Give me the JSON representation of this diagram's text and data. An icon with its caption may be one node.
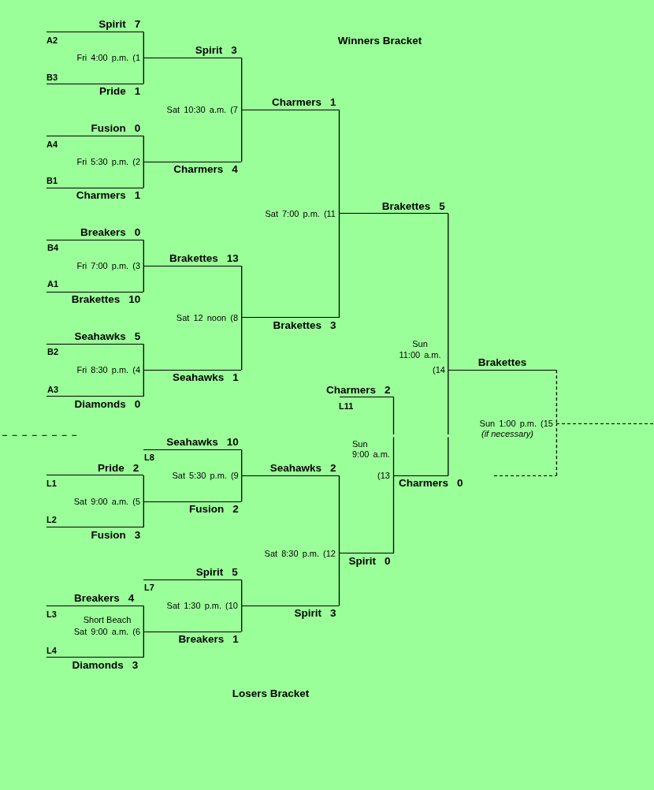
{
  "diagram": {
    "nodes": [
      {
        "text": [
          "Spirit",
          "7"
        ],
        "beside": [
          "A2"
        ]
      },
      {
        "text": [
          "Pride",
          "1"
        ],
        "beside": [
          "B3"
        ]
      },
      {
        "text": [
          "Spirit",
          "3"
        ],
        "beside": [
          "Fri 4:00 p.m. (1"
        ]
      },
      {
        "text": [
          "Fusion",
          "0"
        ],
        "beside": [
          "A4"
        ]
      },
      {
        "text": [
          "Charmers",
          "1"
        ],
        "beside": [
          "B1"
        ]
      },
      {
        "text": [
          "Charmers",
          "4"
        ],
        "beside": [
          "Fri 5:30 p.m. (2"
        ]
      },
      {
        "text": [
          "Charmers",
          "1"
        ],
        "beside": [
          "Sat 10:30 a.m. (7"
        ]
      },
      {
        "text": [
          "Breakers",
          "0"
        ],
        "beside": [
          "B4"
        ]
      },
      {
        "text": [
          "Brakettes",
          "10"
        ],
        "beside": [
          "A1"
        ]
      },
      {
        "text": [
          "Brakettes",
          "13"
        ],
        "beside": [
          "Fri 7:00 p.m. (3"
        ]
      },
      {
        "text": [
          "Seahawks",
          "5"
        ],
        "beside": [
          "B2"
        ]
      },
      {
        "text": [
          "Diamonds",
          "0"
        ],
        "beside": [
          "A3"
        ]
      },
      {
        "text": [
          "Seahawks",
          "1"
        ],
        "beside": [
          "Fri 8:30 p.m. (4"
        ]
      },
      {
        "text": [
          "Brakettes",
          "3"
        ],
        "beside": [
          "Sat 12 noon (8"
        ]
      },
      {
        "text": [
          "Brakettes",
          "5"
        ],
        "beside": [
          "Sat 7:00 p.m. (11"
        ]
      },
      {
        "text": [
          "Brakettes"
        ],
        "beside": [
          "Sun 11:00 a.m.",
          "(14"
        ]
      },
      {
        "text": [],
        "shape": "line",
        "beside": [
          "Sun 1:00 p.m. (15",
          "(if necessary)"
        ]
      },
      {
        "text": [],
        "shape": "line"
      },
      {
        "text": [
          "Seahawks",
          "10"
        ],
        "beside": [
          "L8"
        ]
      },
      {
        "text": [
          "Pride",
          "2"
        ],
        "beside": [
          "L1"
        ]
      },
      {
        "text": [
          "Fusion",
          "3"
        ],
        "beside": [
          "L2"
        ]
      },
      {
        "text": [
          "Fusion",
          "2"
        ],
        "beside": [
          "Sat 9:00 a.m. (5"
        ]
      },
      {
        "text": [
          "Seahawks",
          "2"
        ],
        "beside": [
          "Sat 5:30 p.m. (9"
        ]
      },
      {
        "text": [
          "Spirit",
          "5"
        ],
        "beside": [
          "L7"
        ]
      },
      {
        "text": [
          "Breakers",
          "4"
        ],
        "beside": [
          "L3"
        ]
      },
      {
        "text": [
          "Diamonds",
          "3"
        ],
        "beside": [
          "L4"
        ]
      },
      {
        "text": [
          "Breakers",
          "1"
        ],
        "beside": [
          "Short Beach",
          "Sat 9:00 a.m. (6"
        ]
      },
      {
        "text": [
          "Spirit",
          "3"
        ],
        "beside": [
          "Sat 1:30 p.m. (10"
        ]
      },
      {
        "text": [
          "Spirit",
          "0"
        ],
        "beside": [
          "Sat 8:30 p.m. (12"
        ]
      },
      {
        "text": [
          "Charmers",
          "2"
        ],
        "beside": [
          "L11"
        ]
      },
      {
        "text": [
          "Charmers",
          "0"
        ],
        "beside": [
          "Sun 9:00 a.m.",
          "(13"
        ]
      }
    ],
    "edges": [
      {
        "from": 0,
        "to": 2,
        "arrow": "none"
      },
      {
        "from": 1,
        "to": 2,
        "arrow": "none"
      },
      {
        "from": 3,
        "to": 5,
        "arrow": "none"
      },
      {
        "from": 4,
        "to": 5,
        "arrow": "none"
      },
      {
        "from": 2,
        "to": 6,
        "arrow": "none"
      },
      {
        "from": 5,
        "to": 6,
        "arrow": "none"
      },
      {
        "from": 7,
        "to": 9,
        "arrow": "none"
      },
      {
        "from": 8,
        "to": 9,
        "arrow": "none"
      },
      {
        "from": 10,
        "to": 12,
        "arrow": "none"
      },
      {
        "from": 11,
        "to": 12,
        "arrow": "none"
      },
      {
        "from": 9,
        "to": 13,
        "arrow": "none"
      },
      {
        "from": 12,
        "to": 13,
        "arrow": "none"
      },
      {
        "from": 6,
        "to": 14,
        "arrow": "none"
      },
      {
        "from": 13,
        "to": 14,
        "arrow": "none"
      },
      {
        "from": 14,
        "to": 15,
        "arrow": "none"
      },
      {
        "from": 30,
        "to": 15,
        "arrow": "none"
      },
      {
        "from": 15,
        "to": 16,
        "arrow": "none",
        "style": "dashed"
      },
      {
        "from": 17,
        "to": 16,
        "arrow": "none",
        "style": "dashed"
      },
      {
        "from": 19,
        "to": 21,
        "arrow": "none"
      },
      {
        "from": 20,
        "to": 21,
        "arrow": "none"
      },
      {
        "from": 18,
        "to": 22,
        "arrow": "none"
      },
      {
        "from": 21,
        "to": 22,
        "arrow": "none"
      },
      {
        "from": 24,
        "to": 26,
        "arrow": "none"
      },
      {
        "from": 25,
        "to": 26,
        "arrow": "none"
      },
      {
        "from": 23,
        "to": 27,
        "arrow": "none"
      },
      {
        "from": 26,
        "to": 27,
        "arrow": "none"
      },
      {
        "from": 22,
        "to": 28,
        "arrow": "none"
      },
      {
        "from": 27,
        "to": 28,
        "arrow": "none"
      },
      {
        "from": 29,
        "to": 30,
        "arrow": "none"
      },
      {
        "from": 28,
        "to": 30,
        "arrow": "none"
      }
    ],
    "labels": [
      "Winners Bracket",
      "Losers Bracket"
    ]
  }
}
